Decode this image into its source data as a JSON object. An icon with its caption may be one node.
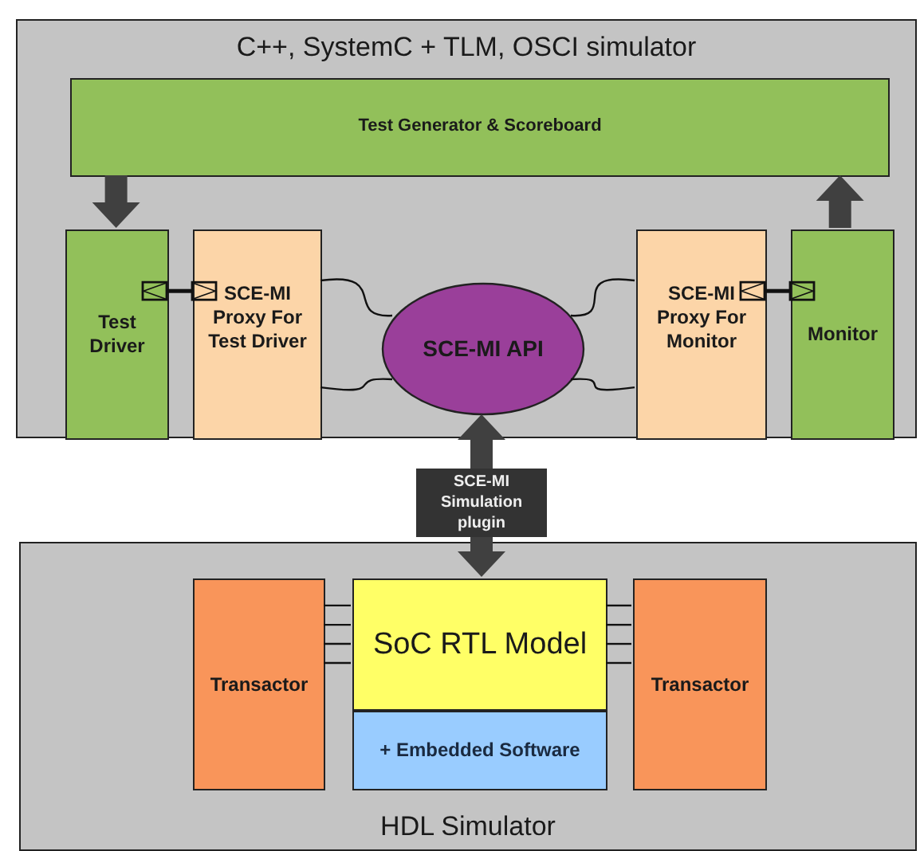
{
  "diagram": {
    "nodes": [
      {
        "text": [
          "C++, SystemC + TLM, OSCI simulator"
        ]
      },
      {
        "text": [
          "Test Generator & Scoreboard"
        ],
        "in": 0
      },
      {
        "text": [
          "Test Driver"
        ],
        "in": 0
      },
      {
        "text": [
          "SCE-MI Proxy For Test Driver"
        ],
        "in": 0
      },
      {
        "text": [
          "SCE-MI API"
        ],
        "in": 0
      },
      {
        "text": [
          "SCE-MI Proxy For Monitor"
        ],
        "in": 0
      },
      {
        "text": [
          "Monitor"
        ],
        "in": 0
      },
      {
        "text": [
          "HDL Simulator"
        ]
      },
      {
        "text": [
          "Transactor"
        ],
        "in": 7
      },
      {
        "text": [
          "SoC RTL Model"
        ],
        "in": 7
      },
      {
        "text": [
          "+ Embedded Software"
        ],
        "in": 7
      },
      {
        "text": [
          "Transactor"
        ],
        "in": 7
      }
    ],
    "edges": [
      {
        "from": 1,
        "to": 2,
        "arrow": "to",
        "style": "thick",
        "color": "#404040"
      },
      {
        "from": 6,
        "to": 1,
        "arrow": "to",
        "style": "thick",
        "color": "#404040"
      },
      {
        "from": 2,
        "to": 3,
        "arrow": "other"
      },
      {
        "from": 5,
        "to": 6,
        "arrow": "other"
      },
      {
        "from": 3,
        "to": 4,
        "arrow": "none"
      },
      {
        "from": 3,
        "to": 4,
        "arrow": "none"
      },
      {
        "from": 5,
        "to": 4,
        "arrow": "none"
      },
      {
        "from": 5,
        "to": 4,
        "arrow": "none"
      },
      {
        "from": 4,
        "to": 9,
        "arrow": "both",
        "label": "SCE-MI Simulation plugin",
        "style": "thick",
        "color": "#404040"
      },
      {
        "from": 8,
        "to": 9,
        "arrow": "none"
      },
      {
        "from": 8,
        "to": 9,
        "arrow": "none"
      },
      {
        "from": 8,
        "to": 9,
        "arrow": "none"
      },
      {
        "from": 8,
        "to": 9,
        "arrow": "none"
      },
      {
        "from": 11,
        "to": 9,
        "arrow": "none"
      },
      {
        "from": 11,
        "to": 9,
        "arrow": "none"
      },
      {
        "from": 11,
        "to": 9,
        "arrow": "none"
      },
      {
        "from": 11,
        "to": 9,
        "arrow": "none"
      }
    ]
  }
}
